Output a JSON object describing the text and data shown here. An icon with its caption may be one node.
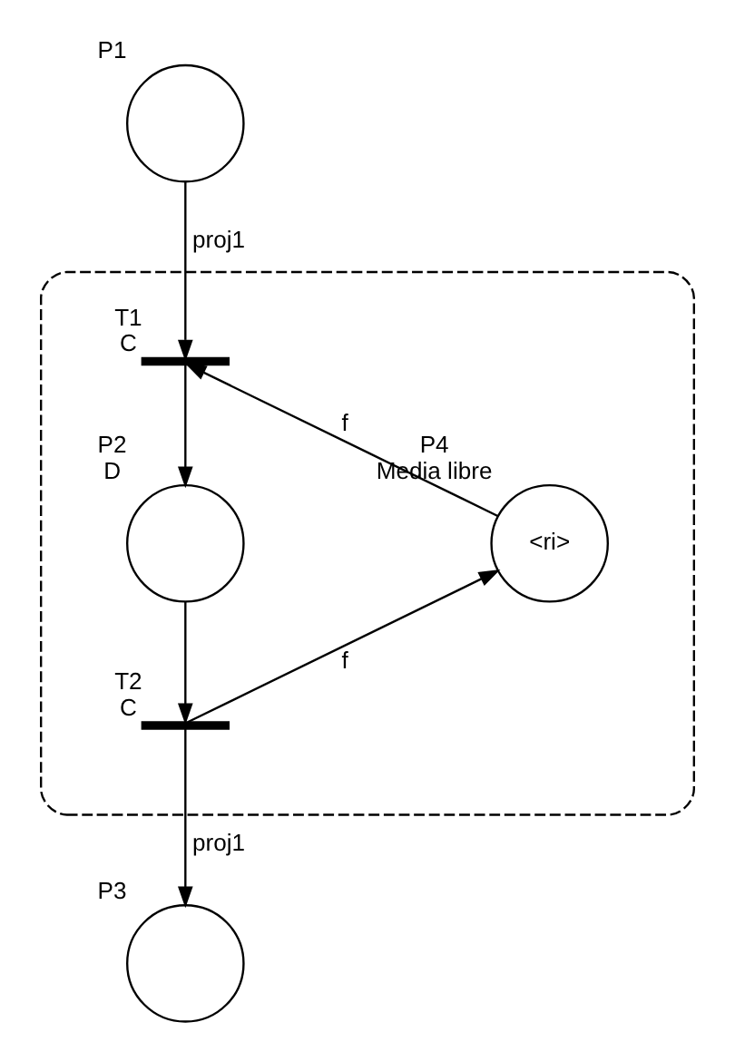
{
  "diagram": {
    "nodes": [
      {
        "text": [],
        "shape": "circle",
        "beside": [
          "P1"
        ]
      },
      {
        "text": [],
        "shape": "box"
      },
      {
        "text": [],
        "shape": "bar",
        "in": 1,
        "beside": [
          "T1",
          "C"
        ]
      },
      {
        "text": [
          "<ri>"
        ],
        "in": 1,
        "beside": [
          "P4",
          "Media libre"
        ]
      },
      {
        "text": [],
        "shape": "circle",
        "in": 1,
        "beside": [
          "P2",
          "D"
        ]
      },
      {
        "text": [],
        "shape": "bar",
        "in": 1,
        "beside": [
          "T2",
          "C"
        ]
      },
      {
        "text": [],
        "shape": "circle",
        "beside": [
          "P3"
        ]
      }
    ],
    "edges": [
      {
        "from": 0,
        "to": 2,
        "arrow": "to",
        "label": "proj1"
      },
      {
        "from": 2,
        "to": 4,
        "arrow": "to"
      },
      {
        "from": 4,
        "to": 5,
        "arrow": "to"
      },
      {
        "from": 5,
        "to": 6,
        "arrow": "to",
        "label": "proj1"
      },
      {
        "from": 3,
        "to": 2,
        "arrow": "to",
        "label": "f"
      },
      {
        "from": 5,
        "to": 3,
        "arrow": "to",
        "label": "f"
      }
    ]
  }
}
